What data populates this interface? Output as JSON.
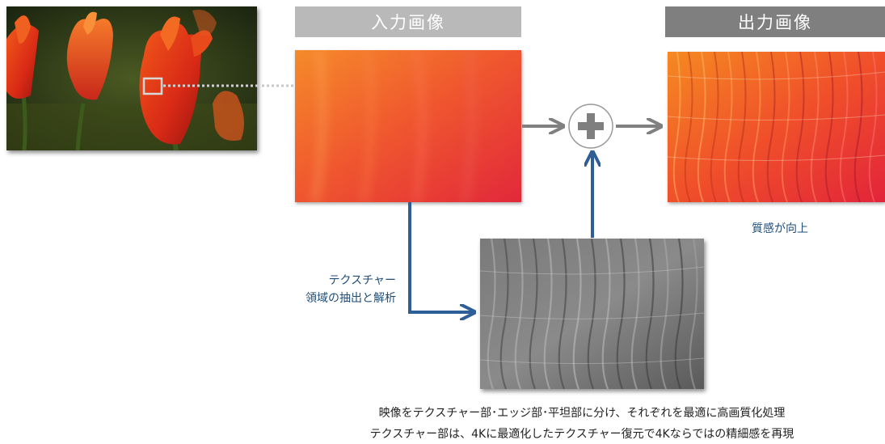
{
  "headers": {
    "input_label": "入力画像",
    "output_label": "出力画像"
  },
  "labels": {
    "quality_improved": "質感が向上",
    "texture_line1": "テクスチャー",
    "texture_line2": "領域の抽出と解析"
  },
  "caption": {
    "line1": "映像をテクスチャー部･エッジ部･平坦部に分け、それぞれを最適に高画質化処理",
    "line2": "テクスチャー部は、4Kに最適化したテクスチャー復元で4Kならではの精細感を再現"
  },
  "colors": {
    "arrow_gray": "#808080",
    "arrow_blue": "#2e5e96",
    "label_blue": "#1f4e79",
    "header_input": "#b9b9b9",
    "header_output": "#7f7f7f"
  },
  "icons": {
    "combine": "plus-circle-icon",
    "selection": "selection-box-icon"
  }
}
